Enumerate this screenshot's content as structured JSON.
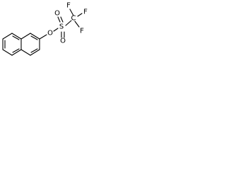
{
  "molecule": {
    "atoms": {
      "o_ether": "O",
      "s": "S",
      "o_upper": "O",
      "o_lower": "O",
      "c_cf3": "C",
      "f_top": "F",
      "f_right": "F",
      "f_bottom": "F"
    }
  }
}
